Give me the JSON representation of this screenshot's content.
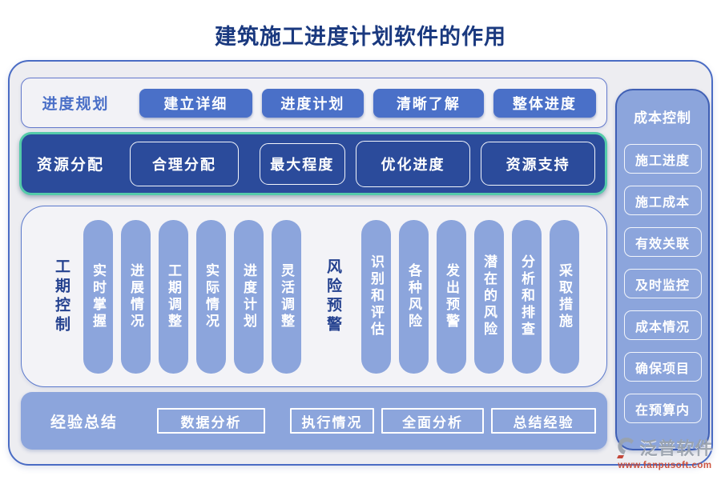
{
  "title": "建筑施工进度计划软件的作用",
  "sections": {
    "planning": {
      "label": "进度规划",
      "buttons": [
        "建立详细",
        "进度计划",
        "清晰了解",
        "整体进度"
      ]
    },
    "resource": {
      "label": "资源分配",
      "buttons": [
        "合理分配",
        "最大程度",
        "优化进度",
        "资源支持"
      ]
    },
    "duration": {
      "label": "工期控制",
      "pills": [
        "实时掌握",
        "进展情况",
        "工期调整",
        "实际情况",
        "进度计划",
        "灵活调整"
      ]
    },
    "risk": {
      "label": "风险预警",
      "pills": [
        "识别和评估",
        "各种风险",
        "发出预警",
        "潜在的风险",
        "分析和排查",
        "采取措施"
      ]
    },
    "experience": {
      "label": "经验总结",
      "buttons": [
        "数据分析",
        "执行情况",
        "全面分析",
        "总结经验"
      ]
    }
  },
  "sidebar": {
    "title": "成本控制",
    "buttons": [
      "施工进度",
      "施工成本",
      "有效关联",
      "及时监控",
      "成本情况",
      "确保项目",
      "在预算内"
    ]
  },
  "footer": {
    "brand": "泛普软件",
    "url": "www.fanpusoft.com"
  },
  "colors": {
    "title_navy": "#1a397f",
    "primary_blue": "#4a70c8",
    "dark_navy_panel": "#2b4b9b",
    "teal_border": "#55cbaa",
    "periwinkle": "#8ca5dc",
    "container_gray": "#ededf1",
    "container_border_blue": "#4a6cc4",
    "brand_gray": "#9aa2ad",
    "brand_red": "#cc4832"
  }
}
